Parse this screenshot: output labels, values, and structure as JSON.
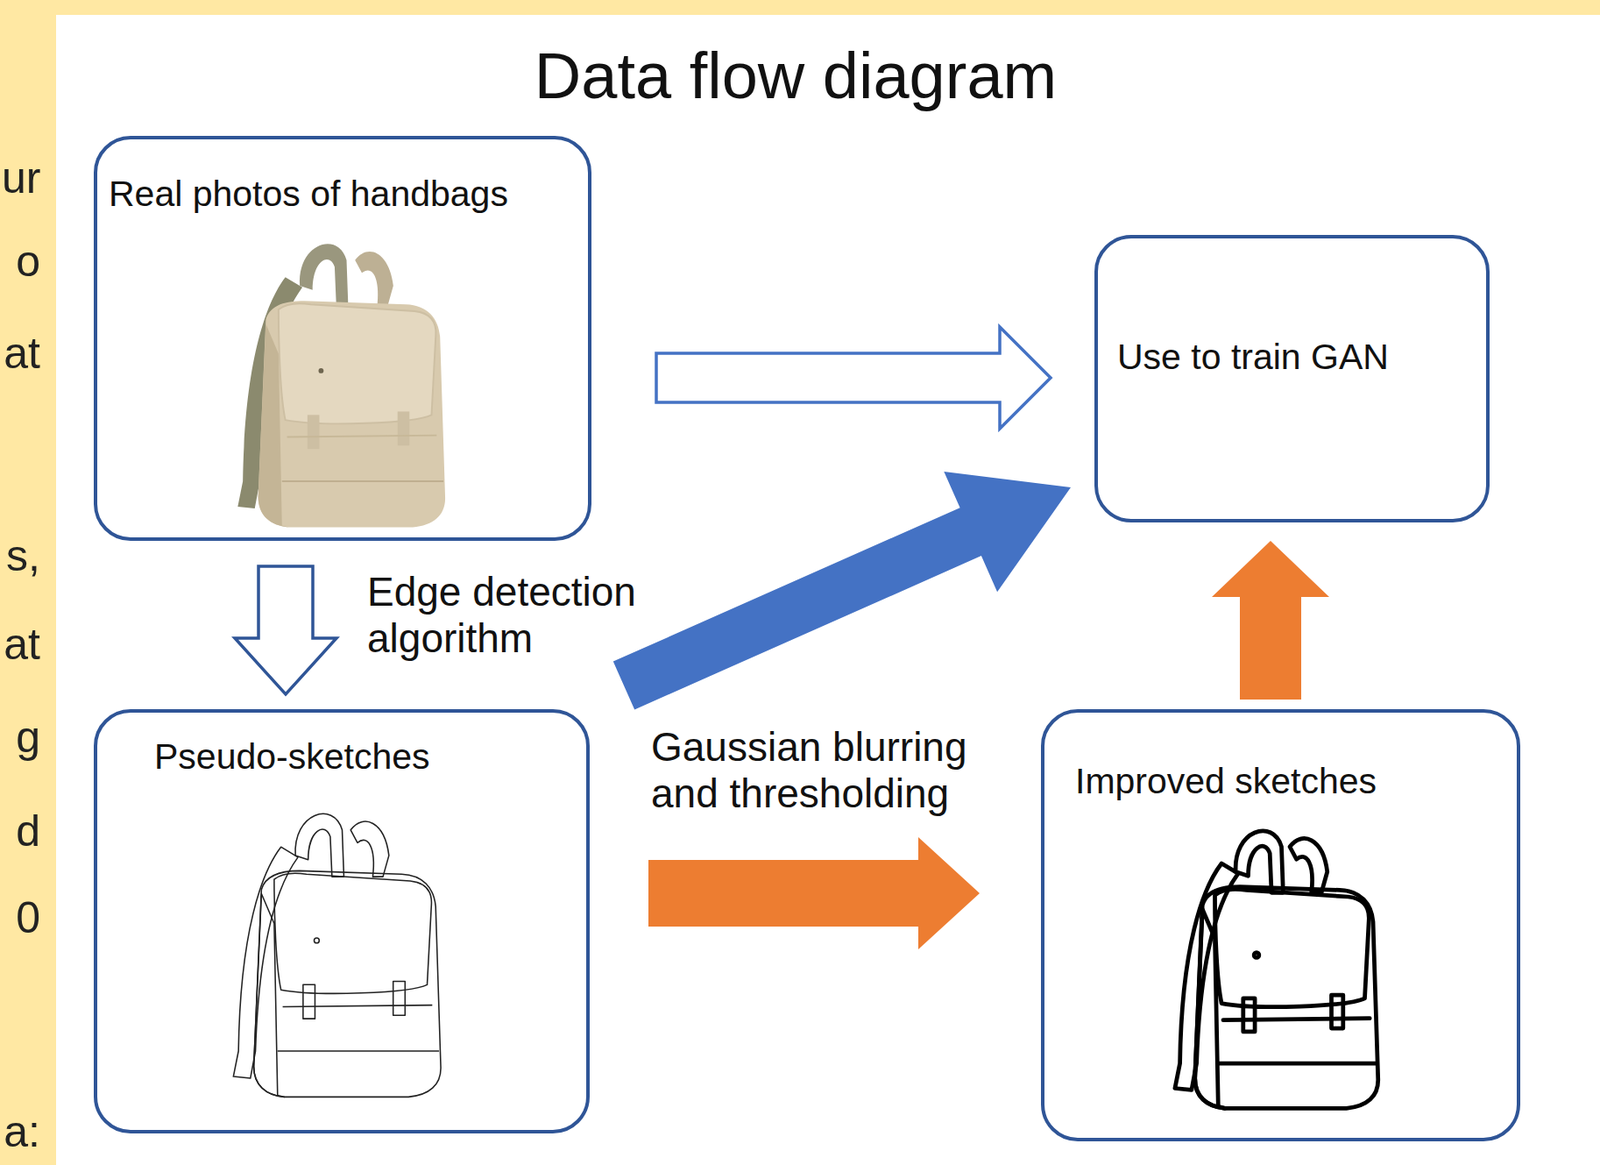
{
  "diagram": {
    "title": "Data flow diagram",
    "nodes": [
      {
        "text": [
          "Real photos of handbags"
        ]
      },
      {
        "text": [
          "Use to train GAN"
        ]
      },
      {
        "text": [
          "Pseudo-sketches"
        ]
      },
      {
        "text": [
          "Improved sketches"
        ]
      }
    ],
    "edges": [
      {
        "from": 0,
        "to": 1,
        "arrow": "to"
      },
      {
        "from": 0,
        "to": 2,
        "label": "Edge detection algorithm",
        "arrow": "to"
      },
      {
        "from": 2,
        "to": 1,
        "arrow": "to"
      },
      {
        "from": 2,
        "to": 3,
        "label": "Gaussian blurring and thresholding",
        "arrow": "to"
      },
      {
        "from": 3,
        "to": 1,
        "arrow": "to"
      }
    ],
    "labels": [
      "ur",
      "o",
      "at",
      "s,",
      "at",
      "g",
      "d",
      "0",
      "a:"
    ]
  }
}
